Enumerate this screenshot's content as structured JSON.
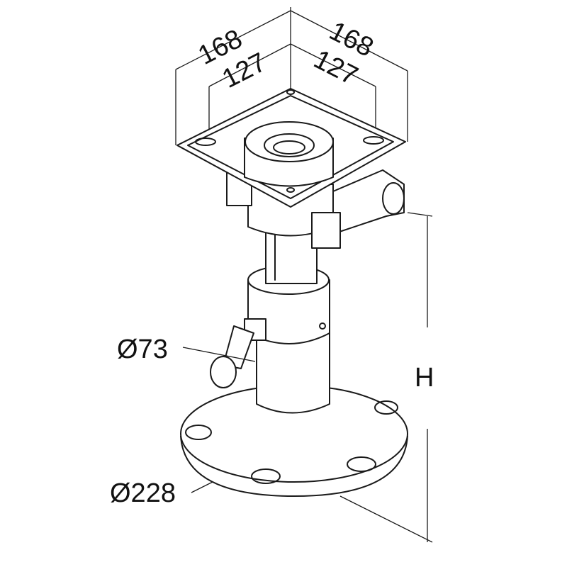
{
  "title": "Seat pedestal dimension drawing",
  "dimensions": {
    "plate_outer_left": "168",
    "plate_outer_right": "168",
    "bolt_spacing_left": "127",
    "bolt_spacing_right": "127",
    "tube_diameter": "Ø73",
    "base_diameter": "Ø228",
    "height": "H"
  }
}
